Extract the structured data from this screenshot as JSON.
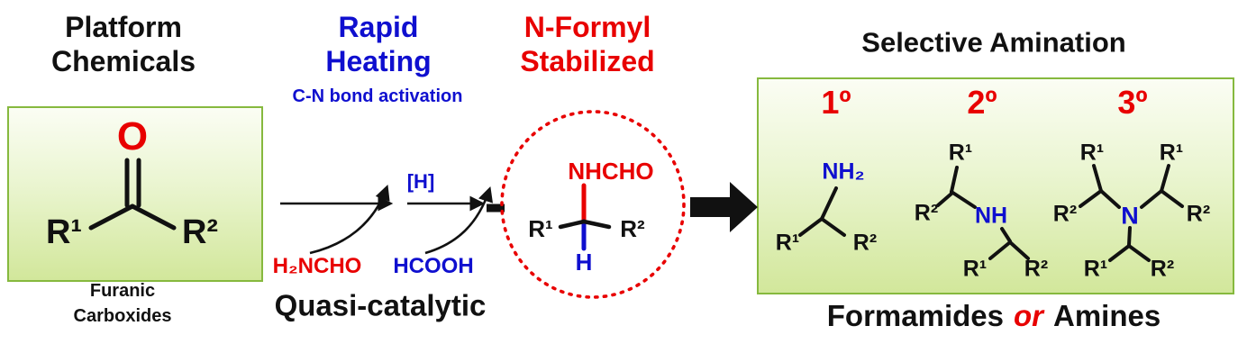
{
  "colors": {
    "red": "#e80000",
    "blue": "#0f0fcf",
    "black": "#111111",
    "box_border_green": "#86b93e",
    "box_fill_light": "#fbfdf4",
    "box_fill_dark": "#d2e79b"
  },
  "icons": {
    "reaction_arrow": "right-arrow",
    "curved_arrow": "curved-reagent-arrow",
    "block_arrow": "bold-right-block-arrow",
    "dotted_circle": "red-dotted-highlight-circle"
  },
  "left": {
    "title_line1": "Platform",
    "title_line2": "Chemicals",
    "ketone": {
      "o": "O",
      "r1": "R¹",
      "r2": "R²"
    },
    "caption_line1": "Furanic",
    "caption_line2": "Carboxides"
  },
  "middle": {
    "title_line1": "Rapid",
    "title_line2": "Heating",
    "subtitle": "C-N bond activation",
    "hydrogen_label": "[H]",
    "reagent_formamide": "H₂NCHO",
    "reagent_formic_acid": "HCOOH",
    "caption": "Quasi-catalytic"
  },
  "intermediate": {
    "title_line1": "N-Formyl",
    "title_line2": "Stabilized",
    "nhcho": "NHCHO",
    "r1": "R¹",
    "r2": "R²",
    "h": "H"
  },
  "right": {
    "title": "Selective Amination",
    "order_labels": {
      "primary": "1º",
      "secondary": "2º",
      "tertiary": "3º"
    },
    "primary": {
      "nh2": "NH₂",
      "r1": "R¹",
      "r2": "R²"
    },
    "secondary": {
      "r1_top": "R¹",
      "r2_left": "R²",
      "nh": "NH",
      "r1_bottom": "R¹",
      "r2_bottom": "R²"
    },
    "tertiary": {
      "r1_top_left": "R¹",
      "r1_top_right": "R¹",
      "r2_left": "R²",
      "n": "N",
      "r2_right": "R²",
      "r1_bottom": "R¹",
      "r2_bottom": "R²"
    },
    "caption": {
      "part1": "Formamides",
      "conjunction": "or",
      "part2": "Amines"
    }
  }
}
